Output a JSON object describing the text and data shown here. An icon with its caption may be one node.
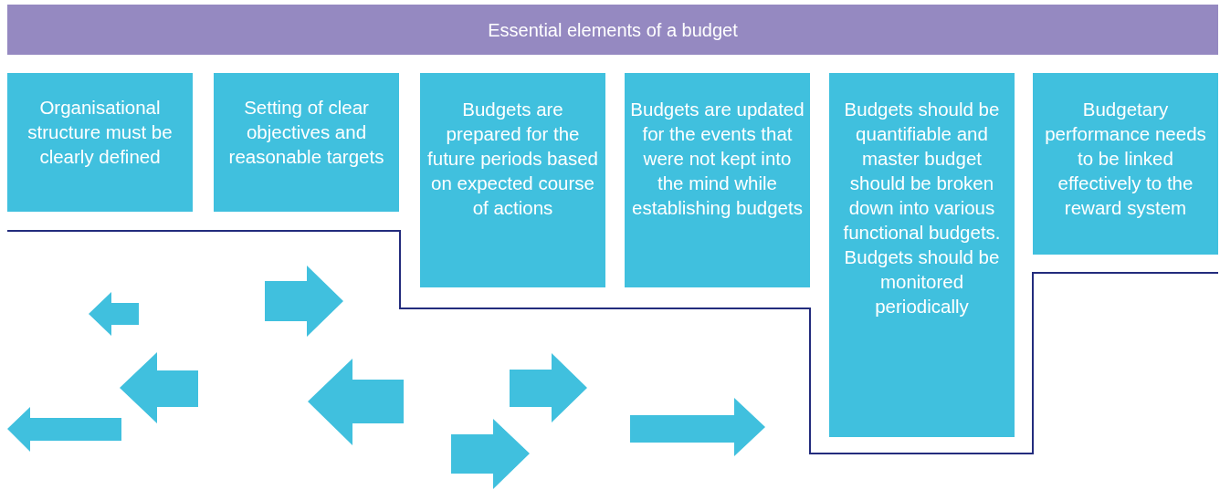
{
  "diagram": {
    "nodes": [
      {
        "text": [
          "Essential elements of a budget"
        ]
      },
      {
        "text": [
          "Organisational structure must be clearly defined"
        ]
      },
      {
        "text": [
          "Setting of clear objectives and reasonable targets"
        ]
      },
      {
        "text": [
          "Budgets are prepared for the future periods based on expected course of actions"
        ]
      },
      {
        "text": [
          "Budgets are updated for the events that were not kept into the mind while establishing budgets"
        ]
      },
      {
        "text": [
          "Budgets should be quantifiable and master budget should be broken down into various functional budgets. Budgets should be monitored periodically"
        ]
      },
      {
        "text": [
          "Budgetary performance needs to be linked effectively to the reward system"
        ]
      }
    ]
  }
}
